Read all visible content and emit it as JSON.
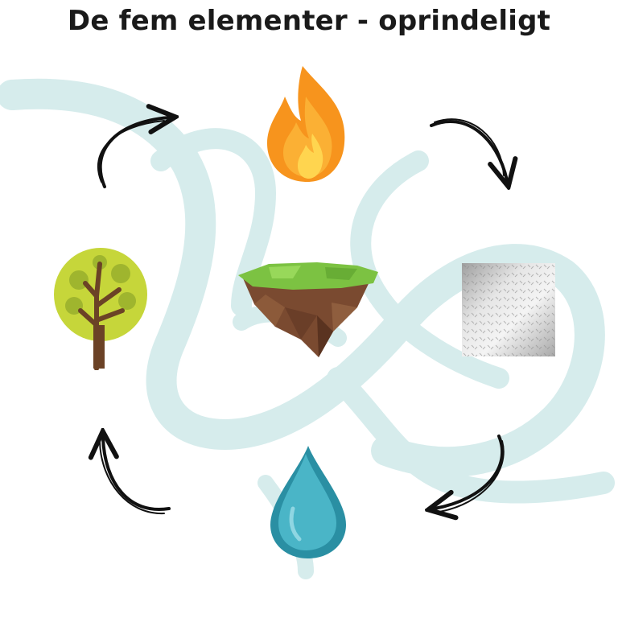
{
  "title": "De fem elementer - oprindeligt",
  "colors": {
    "background": "#ffffff",
    "watermark": "#d6ecec",
    "arrow": "#111111",
    "fire_outer": "#f7941d",
    "fire_inner": "#ffd54f",
    "tree_crown": "#c6d63a",
    "tree_trunk": "#6b4226",
    "earth_grass": "#7cc242",
    "earth_soil": "#7a4a30",
    "metal": "#c8c8c8",
    "water": "#3aa6b9"
  },
  "elements": [
    {
      "id": "fire",
      "icon": "fire-icon"
    },
    {
      "id": "metal",
      "icon": "metal-plate-icon"
    },
    {
      "id": "water",
      "icon": "water-drop-icon"
    },
    {
      "id": "wood",
      "icon": "tree-icon"
    },
    {
      "id": "earth",
      "icon": "floating-island-icon"
    }
  ],
  "cycle_arrows": [
    {
      "from": "wood",
      "to": "fire"
    },
    {
      "from": "fire",
      "to": "metal"
    },
    {
      "from": "metal",
      "to": "water"
    },
    {
      "from": "water",
      "to": "wood"
    }
  ]
}
